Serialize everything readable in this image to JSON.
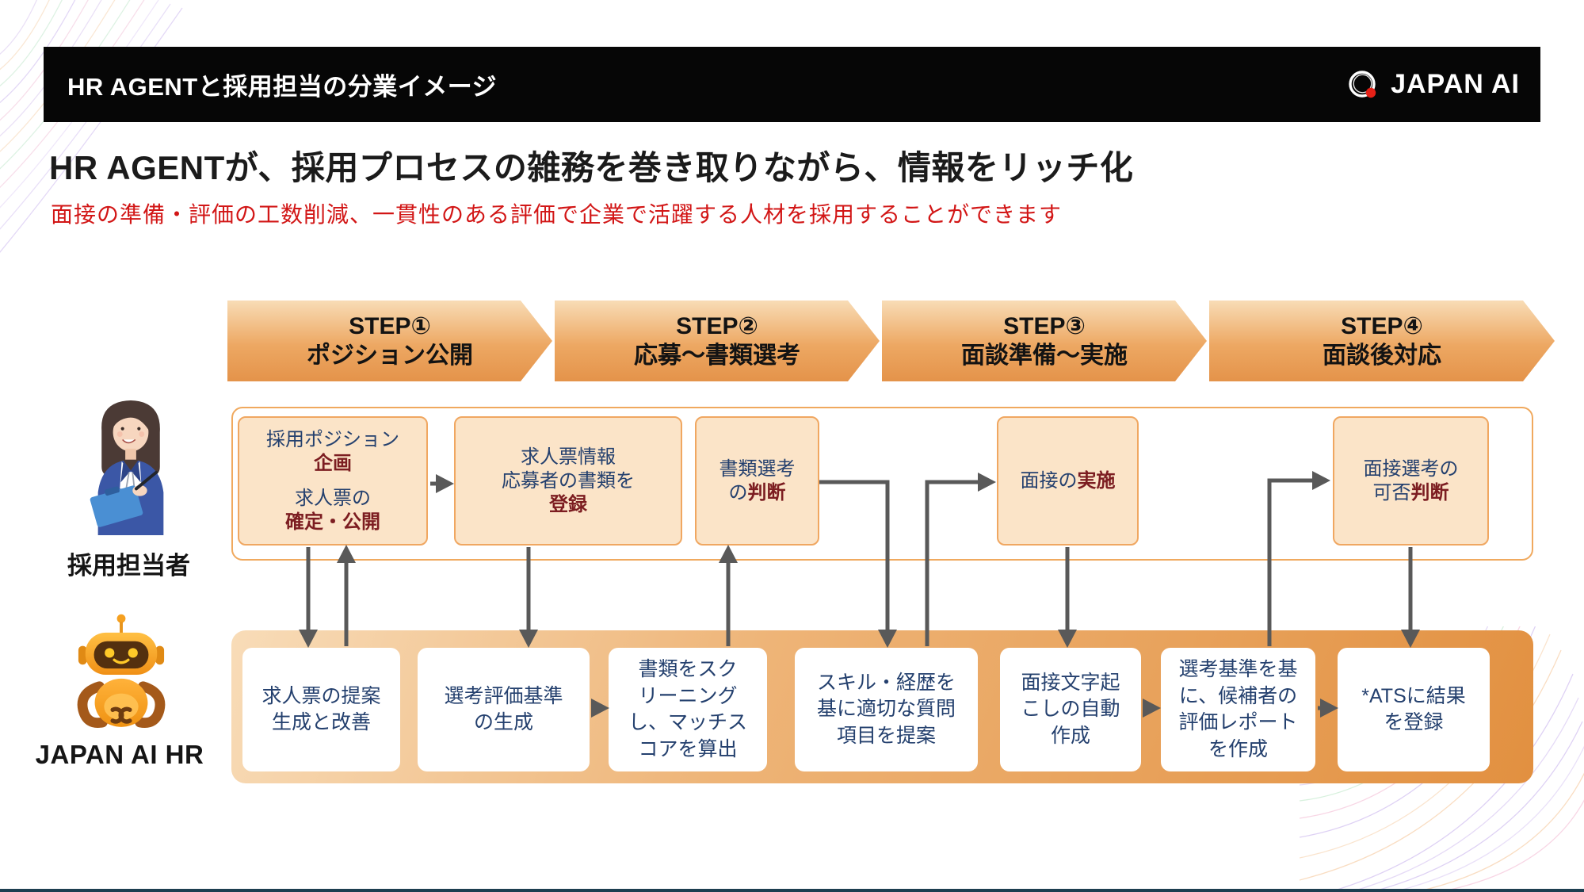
{
  "header": {
    "title": "HR AGENTと採用担当の分業イメージ",
    "brand": "JAPAN AI"
  },
  "headline": {
    "title": "HR AGENTが、採用プロセスの雑務を巻き取りながら、情報をリッチ化",
    "subtitle": "面接の準備・評価の工数削減、一貫性のある評価で企業で活躍する人材を採用することができます"
  },
  "steps": [
    {
      "label": "STEP①",
      "name": "ポジション公開"
    },
    {
      "label": "STEP②",
      "name": "応募〜書類選考"
    },
    {
      "label": "STEP③",
      "name": "面談準備〜実施"
    },
    {
      "label": "STEP④",
      "name": "面談後対応"
    }
  ],
  "lanes": {
    "human": {
      "label": "採用担当者",
      "boxes": [
        {
          "lines": [
            [
              {
                "t": "採用ポジション"
              }
            ],
            [
              {
                "t": "企画",
                "e": true
              }
            ],
            [
              {
                "t": ""
              }
            ],
            [
              {
                "t": "求人票の"
              }
            ],
            [
              {
                "t": "確定・公開",
                "e": true
              }
            ]
          ]
        },
        {
          "lines": [
            [
              {
                "t": "求人票情報"
              }
            ],
            [
              {
                "t": "応募者の書類を"
              }
            ],
            [
              {
                "t": "登録",
                "e": true
              }
            ]
          ]
        },
        {
          "lines": [
            [
              {
                "t": "書類選考"
              }
            ],
            [
              {
                "t": "の"
              },
              {
                "t": "判断",
                "e": true
              }
            ]
          ]
        },
        {
          "lines": [
            [
              {
                "t": "面接の"
              },
              {
                "t": "実施",
                "e": true
              }
            ]
          ]
        },
        {
          "lines": [
            [
              {
                "t": "面接選考の"
              }
            ],
            [
              {
                "t": "可否"
              },
              {
                "t": "判断",
                "e": true
              }
            ]
          ]
        }
      ]
    },
    "ai": {
      "label": "JAPAN AI HR",
      "boxes": [
        {
          "lines": [
            "求人票の提案",
            "生成と改善"
          ]
        },
        {
          "lines": [
            "選考評価基準",
            "の生成"
          ]
        },
        {
          "lines": [
            "書類をスク",
            "リーニング",
            "し、マッチス",
            "コアを算出"
          ]
        },
        {
          "lines": [
            "スキル・経歴を",
            "基に適切な質問",
            "項目を提案"
          ]
        },
        {
          "lines": [
            "面接文字起",
            "こしの自動",
            "作成"
          ]
        },
        {
          "lines": [
            "選考基準を基",
            "に、候補者の",
            "評価レポート",
            "を作成"
          ]
        },
        {
          "lines": [
            "*ATSに結果",
            "を登録"
          ]
        }
      ]
    }
  },
  "icons": {
    "brand_logo": "japan-ai-ring-logo",
    "human_lane": "recruiter-woman-illustration",
    "ai_lane": "robot-illustration"
  },
  "colors": {
    "chevron_orange": "#e4934a",
    "task_box_fill": "#fbe4c8",
    "task_box_border": "#f0a761",
    "lane_orange": "#e29040",
    "text_blue": "#24406e",
    "text_maroon": "#7c1d21",
    "subtitle_red": "#d21616",
    "arrow_gray": "#595959",
    "header_bg": "#060606"
  }
}
